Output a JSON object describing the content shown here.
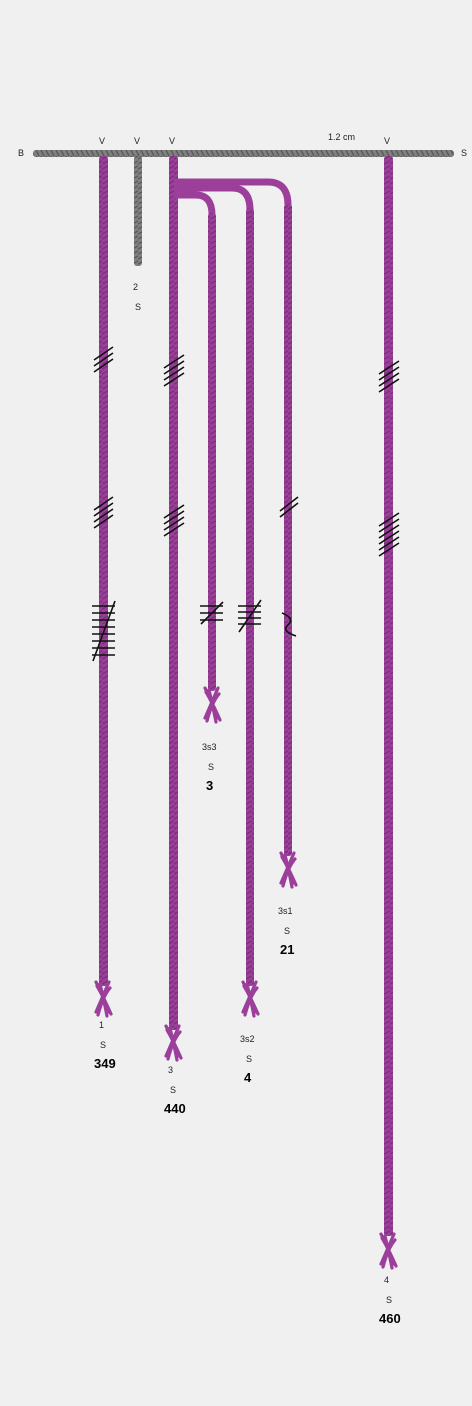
{
  "colors": {
    "background": "#f0f0f0",
    "primary_cord": "#777777",
    "purple_cord": "#9b3f9b",
    "purple_cord_dark": "#7b2f7b",
    "knot_stroke": "#111111"
  },
  "primary": {
    "left_label": "B",
    "right_label": "S",
    "length_label": "1.2 cm"
  },
  "cords": [
    {
      "id": "c1",
      "top_label": "V",
      "label": "1",
      "ply": "S",
      "value": "349",
      "color": "purple"
    },
    {
      "id": "c2",
      "top_label": "V",
      "label": "2",
      "ply": "S",
      "value": "",
      "color": "gray"
    },
    {
      "id": "c3",
      "top_label": "V",
      "label": "3",
      "ply": "S",
      "value": "440",
      "color": "purple"
    },
    {
      "id": "c3s1",
      "top_label": "",
      "label": "3s1",
      "ply": "S",
      "value": "21",
      "color": "purple"
    },
    {
      "id": "c3s2",
      "top_label": "",
      "label": "3s2",
      "ply": "S",
      "value": "4",
      "color": "purple"
    },
    {
      "id": "c3s3",
      "top_label": "",
      "label": "3s3",
      "ply": "S",
      "value": "3",
      "color": "purple"
    },
    {
      "id": "c4",
      "top_label": "V",
      "label": "4",
      "ply": "S",
      "value": "460",
      "color": "purple"
    }
  ]
}
